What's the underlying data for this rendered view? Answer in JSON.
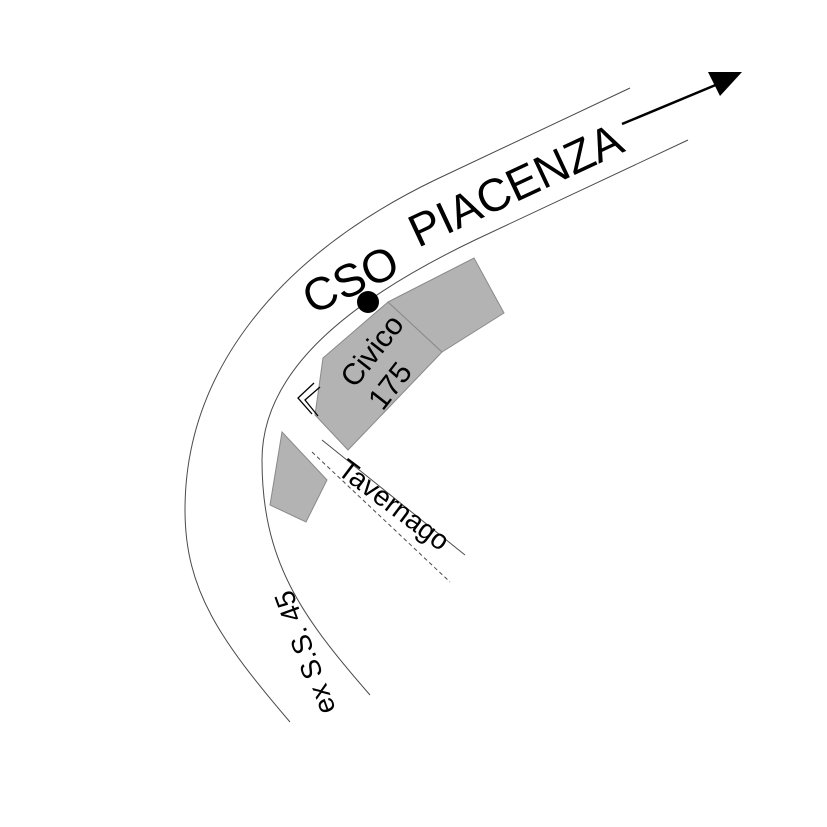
{
  "map": {
    "main_street": {
      "prefix": "CSO",
      "name": "PIACENZA"
    },
    "side_street": "Tavernago",
    "state_road": "ex S.S. 45",
    "civico": {
      "label": "Civico",
      "number": "175"
    },
    "colors": {
      "background": "#ffffff",
      "road_edge": "#4a4a4a",
      "building_fill": "#b3b3b3",
      "text": "#000000",
      "marker": "#000000"
    },
    "icons": [
      "direction-arrow-icon",
      "location-marker-icon",
      "entrance-symbol-icon"
    ]
  }
}
